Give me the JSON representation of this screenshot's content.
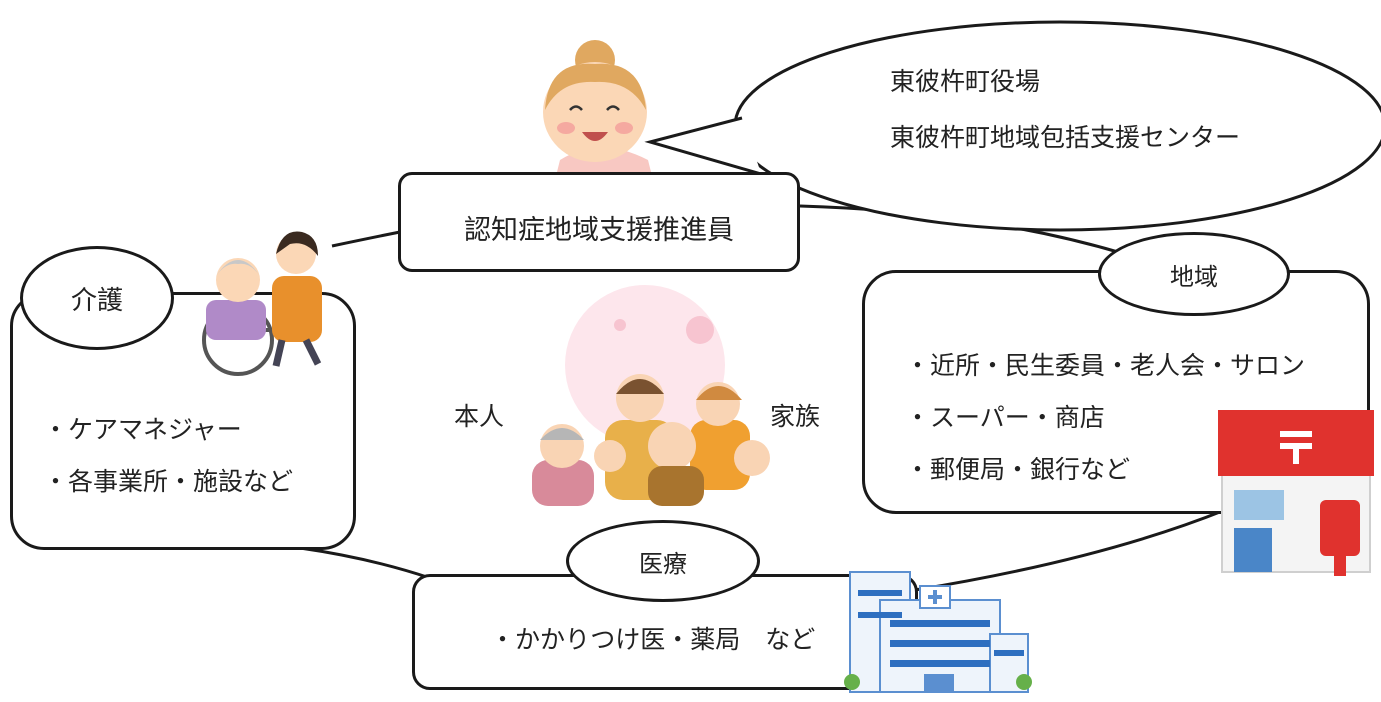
{
  "top_callout": {
    "line1": "東彼杵町役場",
    "line2": "東彼杵町地域包括支援センター"
  },
  "promoter": {
    "label": "認知症地域支援推進員"
  },
  "care": {
    "label": "介護",
    "items": [
      "・ケアマネジャー",
      "・各事業所・施設など"
    ]
  },
  "community": {
    "label": "地域",
    "items": [
      "・近所・民生委員・老人会・サロン",
      "・スーパー・商店",
      "・郵便局・銀行など"
    ]
  },
  "medical": {
    "label": "医療",
    "items": [
      "・かかりつけ医・薬局　など"
    ]
  },
  "center": {
    "self": "本人",
    "family": "家族"
  },
  "icons": [
    "woman-face-icon",
    "wheelchair-caregiver-icon",
    "family-group-icon",
    "post-office-icon",
    "hospital-icon"
  ]
}
